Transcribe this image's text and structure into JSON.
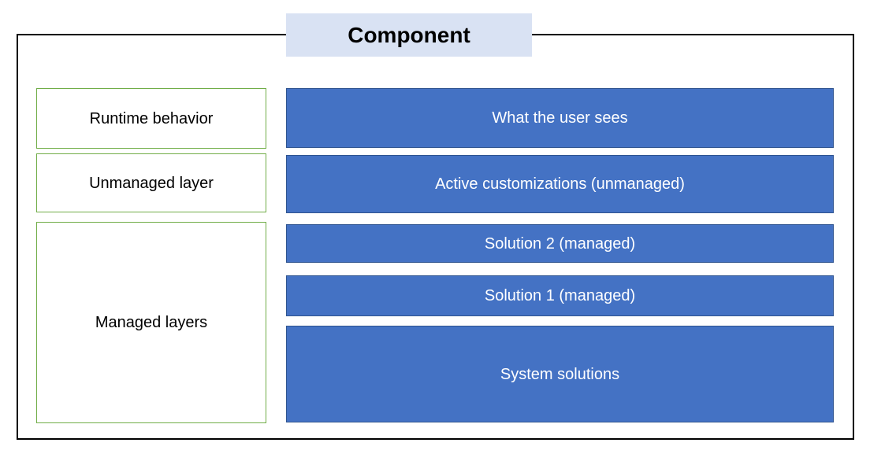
{
  "title": "Component",
  "colors": {
    "outer_border": "#000000",
    "title_fill": "#d9e2f3",
    "green_border": "#70ad47",
    "blue_fill": "#4472c4",
    "blue_border": "#2f548f",
    "blue_text": "#ffffff",
    "label_text": "#000000"
  },
  "left_column": {
    "runtime_behavior": "Runtime behavior",
    "unmanaged_layer": "Unmanaged layer",
    "managed_layers": "Managed layers"
  },
  "right_column": {
    "what_user_sees": "What the user sees",
    "active_customizations": "Active customizations (unmanaged)",
    "solution_2": "Solution 2 (managed)",
    "solution_1": "Solution 1 (managed)",
    "system_solutions": "System solutions"
  }
}
